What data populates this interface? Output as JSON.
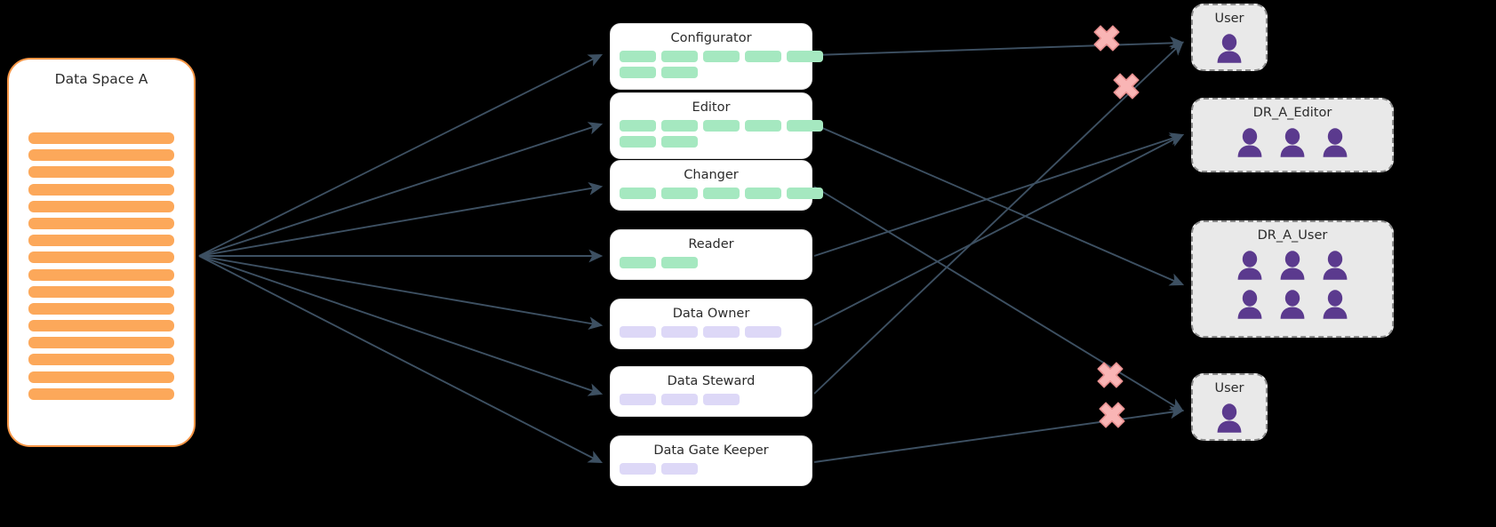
{
  "colors": {
    "dataspace_border": "#f79646",
    "dataspace_bar": "#fca85a",
    "chip_green": "#a5e8c0",
    "chip_purple": "#ddd8f7",
    "arrow": "#3d5062",
    "x_fill": "#f9b5b5",
    "x_stroke": "#e78f8f",
    "group_fill": "#e9e9e9",
    "group_border": "#8a8a8a",
    "person": "#5b3a8e",
    "card_bg": "#ffffff",
    "background": "#000000"
  },
  "dataspace": {
    "title": "Data Space A",
    "bar_count": 16
  },
  "roles": [
    {
      "name": "Configurator",
      "chip_color": "green",
      "rows": [
        5,
        2
      ]
    },
    {
      "name": "Editor",
      "chip_color": "green",
      "rows": [
        5,
        2
      ]
    },
    {
      "name": "Changer",
      "chip_color": "green",
      "rows": [
        5
      ]
    },
    {
      "name": "Reader",
      "chip_color": "green",
      "rows": [
        2
      ]
    },
    {
      "name": "Data Owner",
      "chip_color": "purple",
      "rows": [
        4
      ]
    },
    {
      "name": "Data Steward",
      "chip_color": "purple",
      "rows": [
        3
      ]
    },
    {
      "name": "Data Gate Keeper",
      "chip_color": "purple",
      "rows": [
        2
      ]
    }
  ],
  "groups": [
    {
      "name": "User",
      "people": 1,
      "columns": 1
    },
    {
      "name": "DR_A_Editor",
      "people": 3,
      "columns": 3
    },
    {
      "name": "DR_A_User",
      "people": 6,
      "columns": 3
    },
    {
      "name": "User",
      "people": 1,
      "columns": 1
    }
  ],
  "blockers": [
    {
      "label": "blocked-link-marker"
    },
    {
      "label": "blocked-link-marker"
    },
    {
      "label": "blocked-link-marker"
    },
    {
      "label": "blocked-link-marker"
    }
  ],
  "icons": {
    "person": "person-icon",
    "blocker": "x-cross-icon",
    "arrowhead": "arrow-head-icon"
  }
}
